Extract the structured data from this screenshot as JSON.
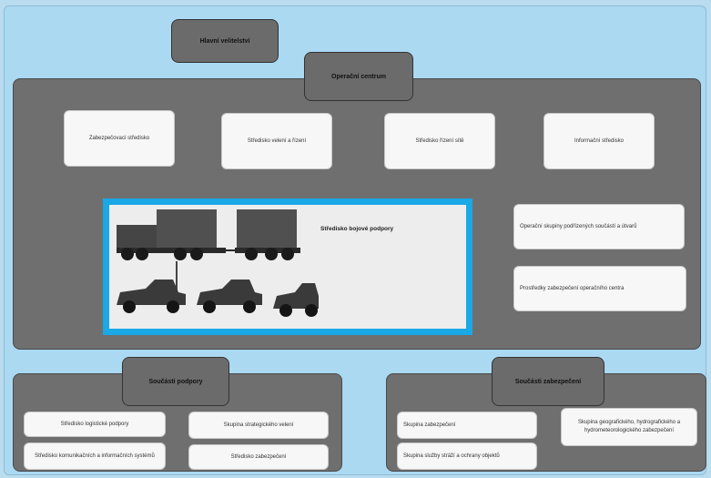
{
  "diagram": {
    "top_tag": "Hlavní velitelství",
    "ops_tag": "Operační centrum",
    "ops_boxes": [
      "Zabezpečovací středisko",
      "Středisko velení a řízení",
      "Středisko řízení sítě",
      "Informační středisko"
    ],
    "support_center_label": "Středisko bojové podpory",
    "right_boxes": [
      "Operační skupiny podřízených součástí a útvarů",
      "Prostředky zabezpečení operačního centra"
    ],
    "left_group_tag": "Součásti podpory",
    "left_group_boxes": [
      "Středisko logistické podpory",
      "Skupina strategického velení",
      "Středisko komunikačních a informačních systémů",
      "Středisko zabezpečení"
    ],
    "right_group_tag": "Součásti zabezpečení",
    "right_group_boxes": [
      "Skupina zabezpečení",
      "Skupina geografického, hydrografického a hydrometeorologického zabezpečení",
      "Skupina služby stráží a ochrany objektů"
    ]
  },
  "colors": {
    "background": "#abd9f2",
    "panel": "#6f6f6f",
    "highlight_frame": "#1aa8e6",
    "box": "#f7f7f7"
  }
}
